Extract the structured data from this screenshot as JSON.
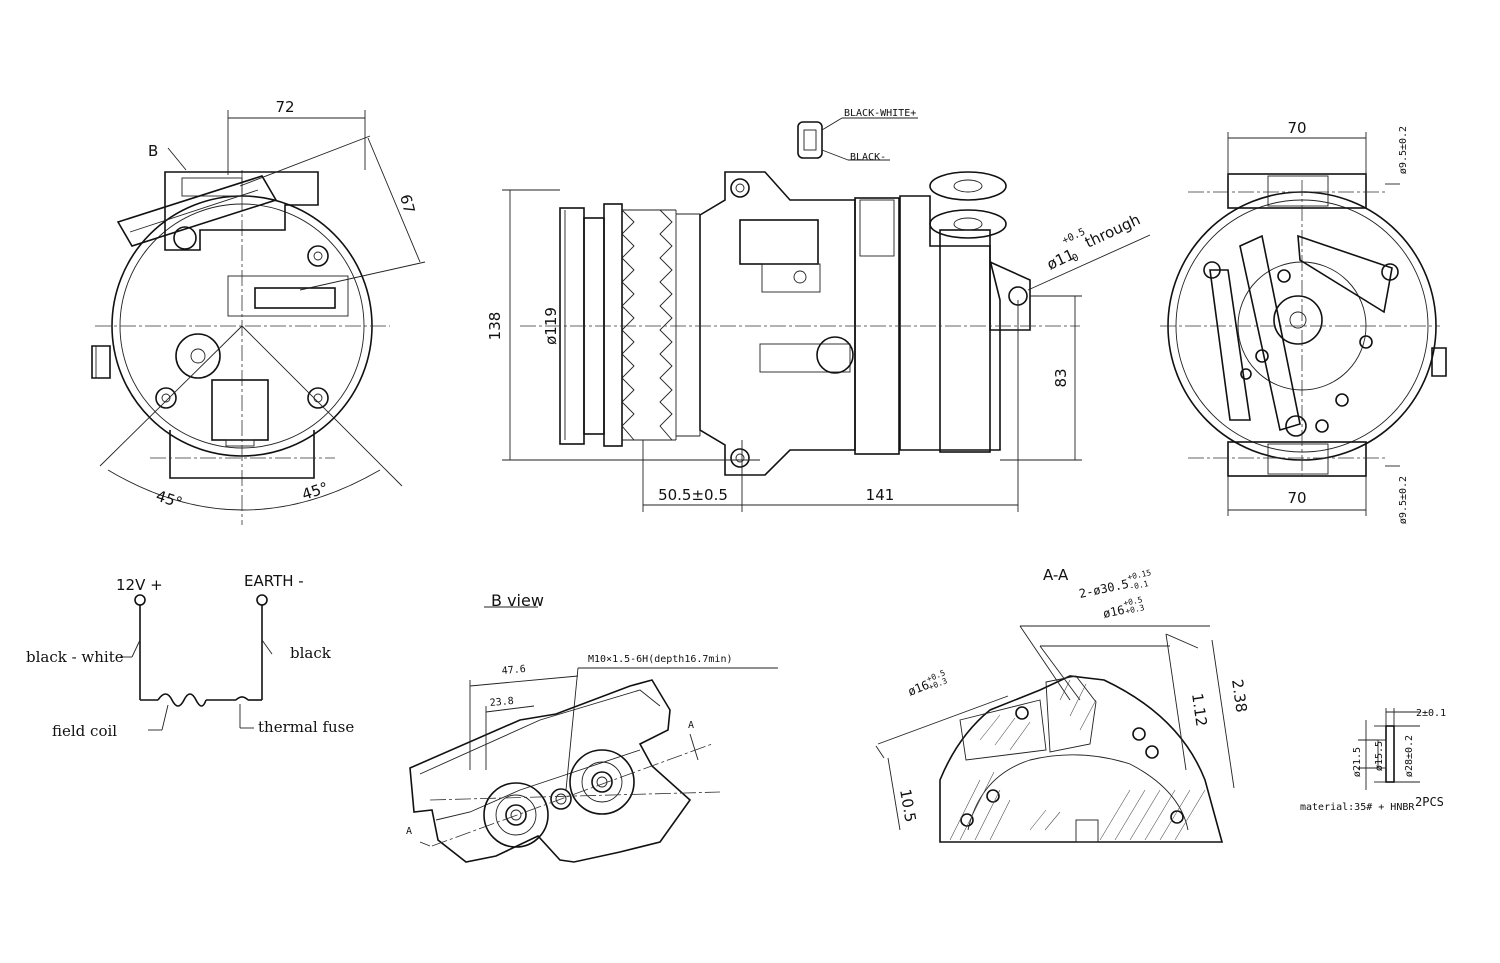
{
  "connector": {
    "pos_label": "BLACK-WHITE+",
    "neg_label": "BLACK-"
  },
  "front_view": {
    "width_dim": "72",
    "height_dim": "67",
    "view_marker": "B",
    "angle_left": "45°",
    "angle_right": "45°"
  },
  "side_view": {
    "height_dim": "138",
    "pulley_dia": "ø119",
    "hole_dim": "ø11",
    "hole_tol": "+0.5",
    "hole_tol2": "0",
    "hole_note": "through",
    "axis_dim": "83",
    "pulley_offset": "50.5±0.5",
    "body_length": "141"
  },
  "rear_view": {
    "top_dim": "70",
    "bottom_dim": "70",
    "top_hole": "ø9.5±0.2",
    "bottom_hole": "ø9.5±0.2"
  },
  "wiring": {
    "pos_terminal": "12V +",
    "neg_terminal": "EARTH -",
    "pos_wire": "black - white",
    "neg_wire": "black",
    "coil": "field coil",
    "fuse": "thermal fuse"
  },
  "b_view": {
    "title": "B view",
    "dim_outer": "47.6",
    "dim_inner": "23.8",
    "thread": "M10×1.5-6H(depth16.7min)",
    "section_a_top": "A",
    "section_a_bottom": "A"
  },
  "aa_section": {
    "title": "A-A",
    "bore_large": "2-ø30.5",
    "bore_large_tol": "+0.15",
    "bore_large_tol2": "-0.1",
    "bore_small": "ø16",
    "bore_small_tol": "+0.5",
    "bore_small_tol2": "+0.3",
    "bore_left": "ø16",
    "bore_left_tol": "+0.5",
    "bore_left_tol2": "+0.3",
    "dim_238": "2.38",
    "dim_112": "1.12",
    "dim_105": "10.5"
  },
  "oring": {
    "thickness": "2±0.1",
    "od": "ø21.5",
    "id": "ø15.5",
    "outer": "ø28±0.2",
    "material": "material:35# + HNBR",
    "qty": "2PCS"
  }
}
